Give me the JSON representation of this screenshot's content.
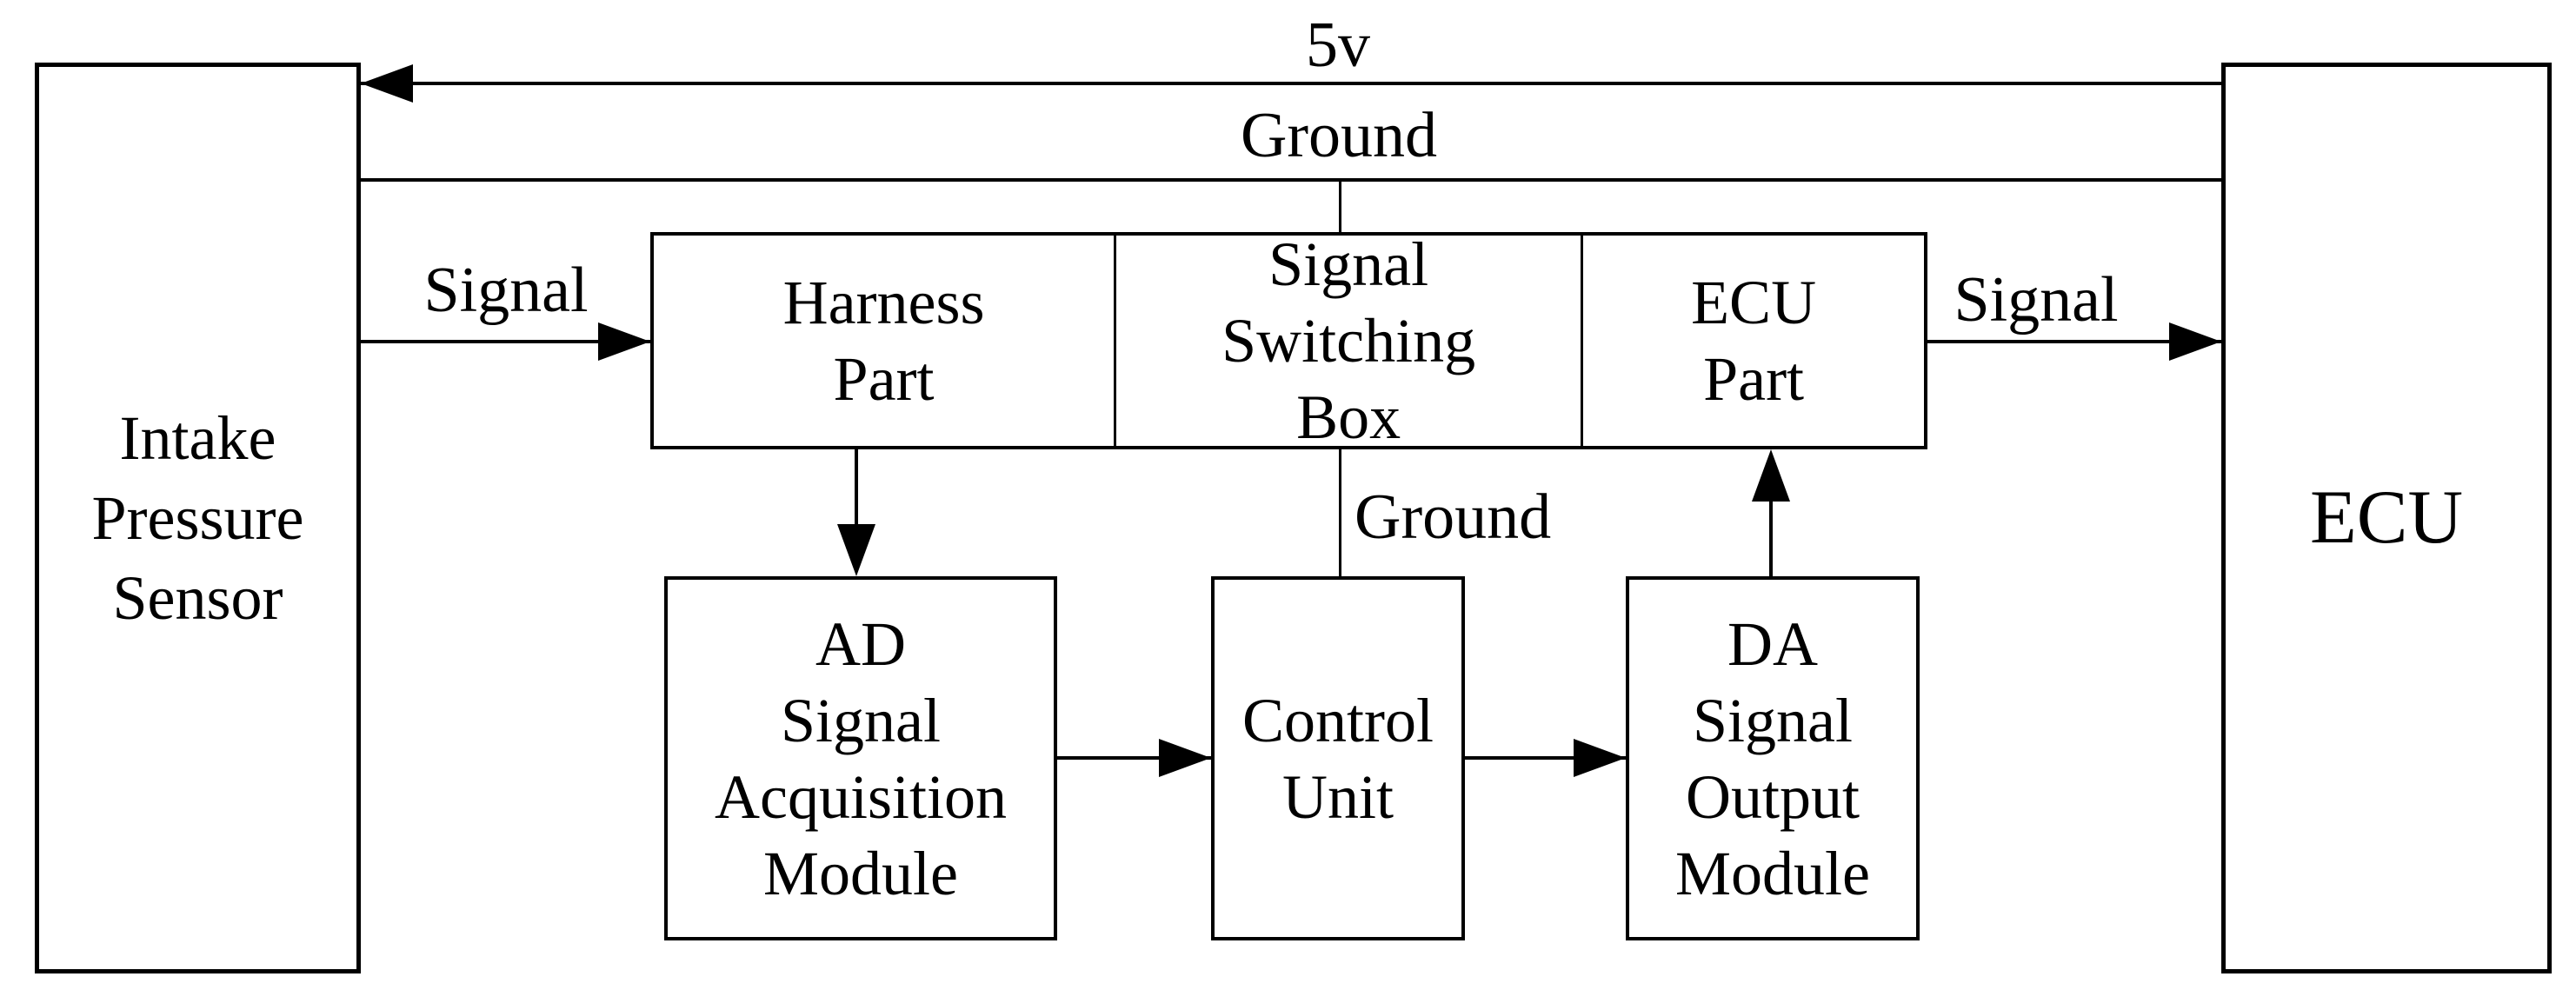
{
  "figure": {
    "background_color": "#ffffff",
    "ink_color": "#000000",
    "nodes": {
      "intake_pressure_sensor": {
        "lines": [
          "Intake",
          "Pressure",
          "Sensor"
        ]
      },
      "harness_part": {
        "lines": [
          "Harness",
          "Part"
        ]
      },
      "signal_switching_box": {
        "lines": [
          "Signal",
          "Switching",
          "Box"
        ]
      },
      "ecu_part": {
        "lines": [
          "ECU",
          "Part"
        ]
      },
      "ad_signal_acquisition_module": {
        "lines": [
          "AD",
          "Signal",
          "Acquisition",
          "Module"
        ]
      },
      "control_unit": {
        "lines": [
          "Control",
          "Unit"
        ]
      },
      "da_signal_output_module": {
        "lines": [
          "DA",
          "Signal",
          "Output",
          "Module"
        ]
      },
      "ecu": {
        "lines": [
          "ECU"
        ]
      }
    },
    "edge_labels": {
      "supply_5v": "5v",
      "ground_top": "Ground",
      "signal_in": "Signal",
      "signal_out": "Signal",
      "ground_mid": "Ground"
    }
  }
}
